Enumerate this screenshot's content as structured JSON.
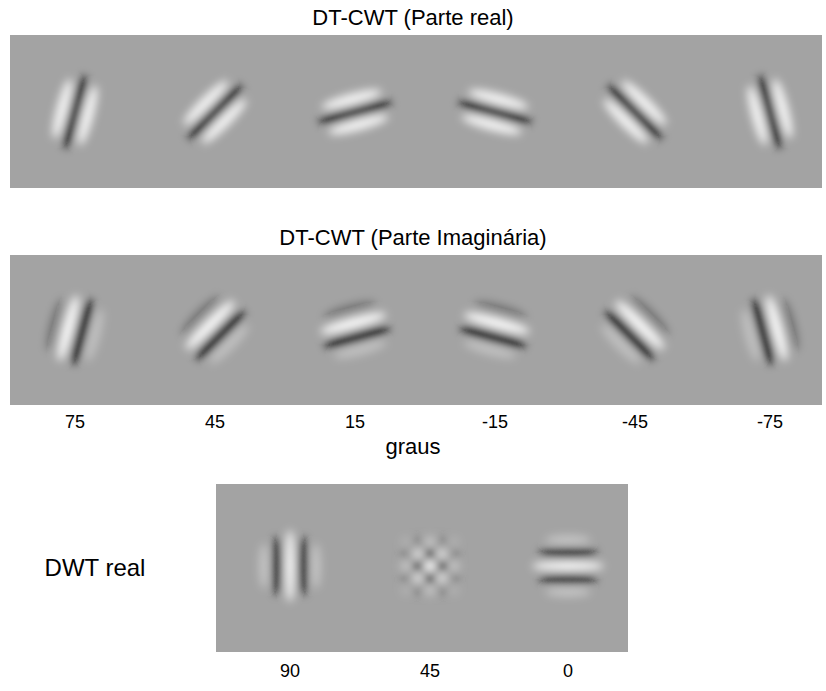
{
  "diagram": {
    "labels": [
      "DT-CWT (Parte real)",
      "DT-CWT (Parte Imaginária)",
      "75",
      "45",
      "15",
      "-15",
      "-45",
      "-75",
      "graus",
      "DWT real",
      "90",
      "45",
      "0"
    ]
  }
}
